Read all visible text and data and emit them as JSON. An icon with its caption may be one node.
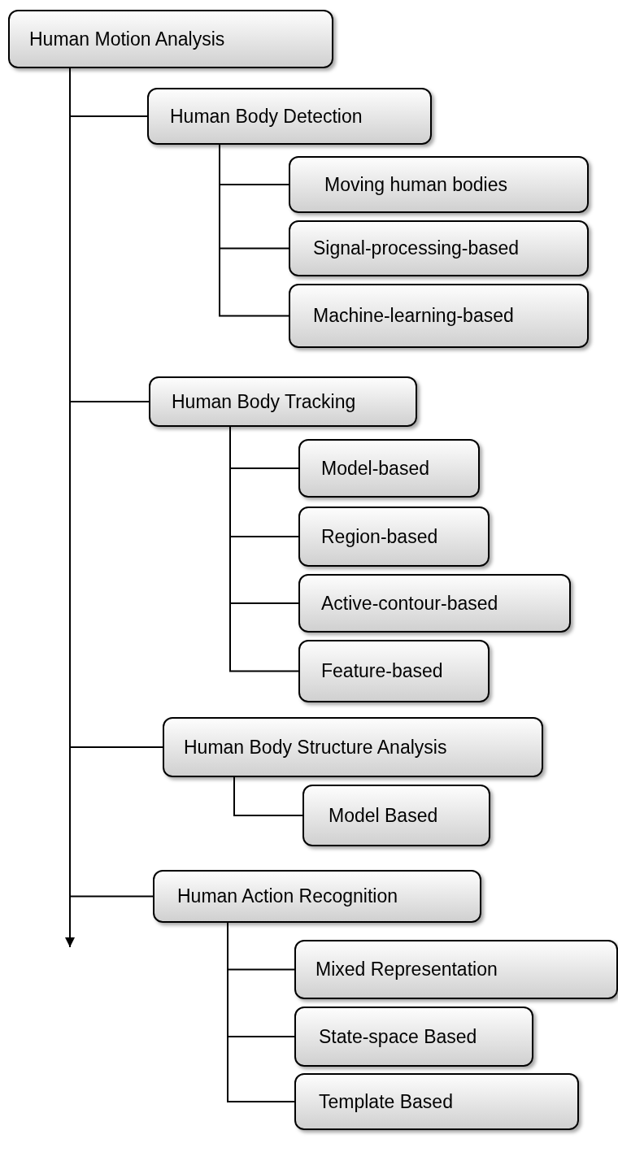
{
  "diagram": {
    "nodes": [
      {
        "text": [
          "Human Motion Analysis"
        ]
      },
      {
        "text": [
          "Human Body Detection"
        ]
      },
      {
        "text": [
          "Moving human bodies"
        ]
      },
      {
        "text": [
          "Signal-processing-based"
        ]
      },
      {
        "text": [
          "Machine-learning-based"
        ]
      },
      {
        "text": [
          "Human Body Tracking"
        ]
      },
      {
        "text": [
          "Model-based"
        ]
      },
      {
        "text": [
          "Region-based"
        ]
      },
      {
        "text": [
          "Active-contour-based"
        ]
      },
      {
        "text": [
          "Feature-based"
        ]
      },
      {
        "text": [
          "Human Body Structure Analysis"
        ]
      },
      {
        "text": [
          "Model Based"
        ]
      },
      {
        "text": [
          "Human Action Recognition"
        ]
      },
      {
        "text": [
          "Mixed Representation"
        ]
      },
      {
        "text": [
          "State-space Based"
        ]
      },
      {
        "text": [
          "Template Based"
        ]
      }
    ],
    "edges": [
      {
        "from": 0,
        "to": null,
        "arrow": "to"
      },
      {
        "from": 0,
        "to": 1,
        "arrow": "none"
      },
      {
        "from": 1,
        "to": 2,
        "arrow": "none"
      },
      {
        "from": 1,
        "to": 3,
        "arrow": "none"
      },
      {
        "from": 1,
        "to": 4,
        "arrow": "none"
      },
      {
        "from": 0,
        "to": 5,
        "arrow": "none"
      },
      {
        "from": 5,
        "to": 6,
        "arrow": "none"
      },
      {
        "from": 5,
        "to": 7,
        "arrow": "none"
      },
      {
        "from": 5,
        "to": 8,
        "arrow": "none"
      },
      {
        "from": 5,
        "to": 9,
        "arrow": "none"
      },
      {
        "from": 0,
        "to": 10,
        "arrow": "none"
      },
      {
        "from": 10,
        "to": 11,
        "arrow": "none"
      },
      {
        "from": 0,
        "to": 12,
        "arrow": "none"
      },
      {
        "from": 12,
        "to": 13,
        "arrow": "none"
      },
      {
        "from": 12,
        "to": 14,
        "arrow": "none"
      },
      {
        "from": 12,
        "to": 15,
        "arrow": "none"
      }
    ]
  }
}
